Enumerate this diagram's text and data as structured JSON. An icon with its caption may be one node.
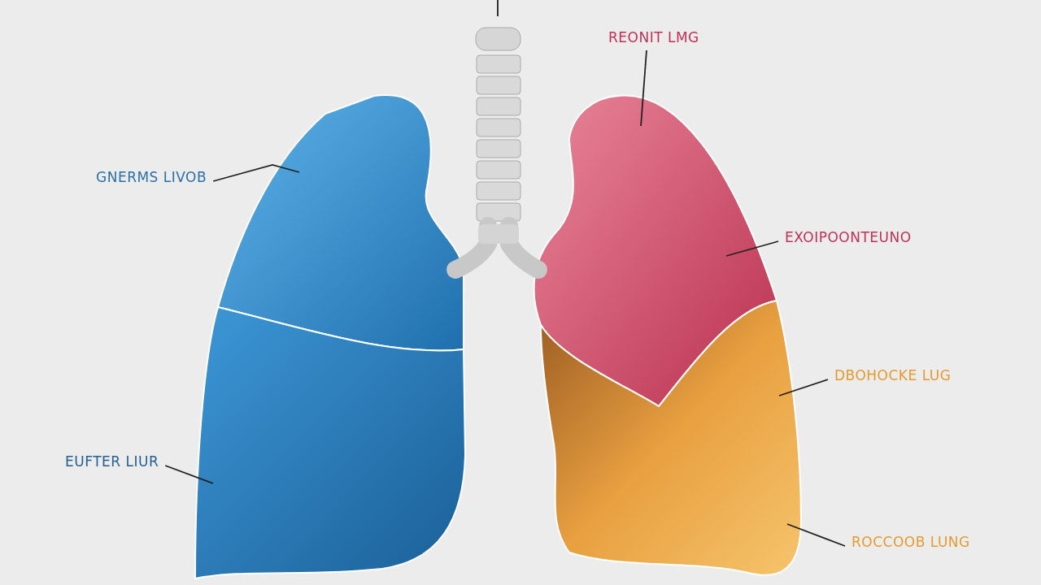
{
  "diagram": {
    "nodes": [
      {
        "text": [
          "GNERMS LIVOB"
        ]
      },
      {
        "text": [],
        "shape": "picture"
      },
      {
        "text": [
          "EUFTER LIUR"
        ]
      },
      {
        "text": [],
        "shape": "picture"
      },
      {
        "text": [
          "REONIT LMG"
        ]
      },
      {
        "text": [],
        "shape": "picture"
      },
      {
        "text": [
          "EXOIPOONTEUNO"
        ]
      },
      {
        "text": [
          "DBOHOCKE LUG"
        ]
      },
      {
        "text": [],
        "shape": "picture"
      },
      {
        "text": [
          "ROCCOOB LUNG"
        ]
      }
    ],
    "edges": [
      {
        "from": 0,
        "to": 1,
        "arrow": "none"
      },
      {
        "from": 2,
        "to": 3,
        "arrow": "none"
      },
      {
        "from": 4,
        "to": 5,
        "arrow": "none"
      },
      {
        "from": 6,
        "to": 5,
        "arrow": "none"
      },
      {
        "from": 7,
        "to": 8,
        "arrow": "none"
      },
      {
        "from": 9,
        "to": 8,
        "arrow": "none"
      }
    ]
  }
}
